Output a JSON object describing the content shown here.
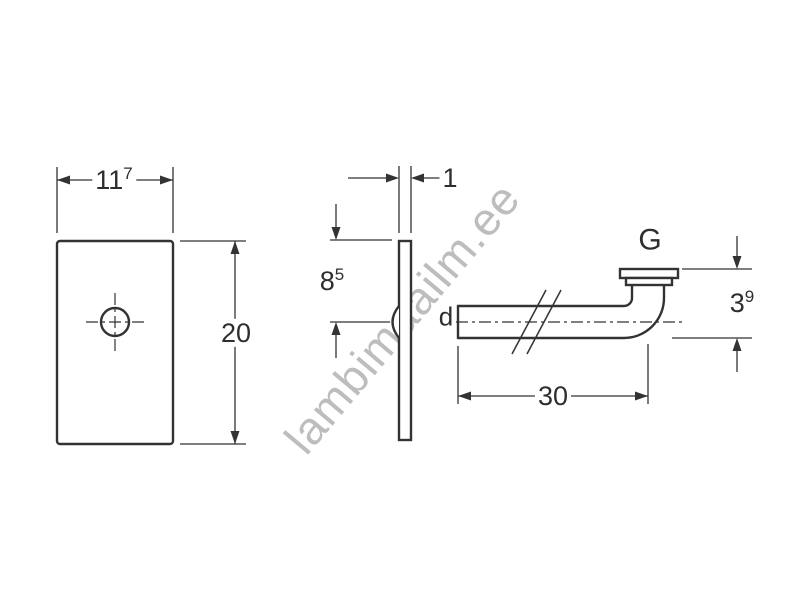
{
  "drawing": {
    "watermark": "lambimaailm.ee",
    "front_view": {
      "width_dim": {
        "main": "11",
        "sup": "7"
      },
      "height_dim": {
        "main": "20"
      }
    },
    "side_view": {
      "thickness_dim": {
        "main": "1"
      },
      "axis_offset_dim": {
        "main": "8",
        "sup": "5"
      }
    },
    "pipe_view": {
      "diameter_label": "d",
      "thread_label": "G",
      "connector_height_dim": {
        "main": "3",
        "sup": "9"
      },
      "length_dim": {
        "main": "30"
      }
    },
    "colors": {
      "line": "#333333",
      "watermark": "#bdbdbd"
    }
  }
}
